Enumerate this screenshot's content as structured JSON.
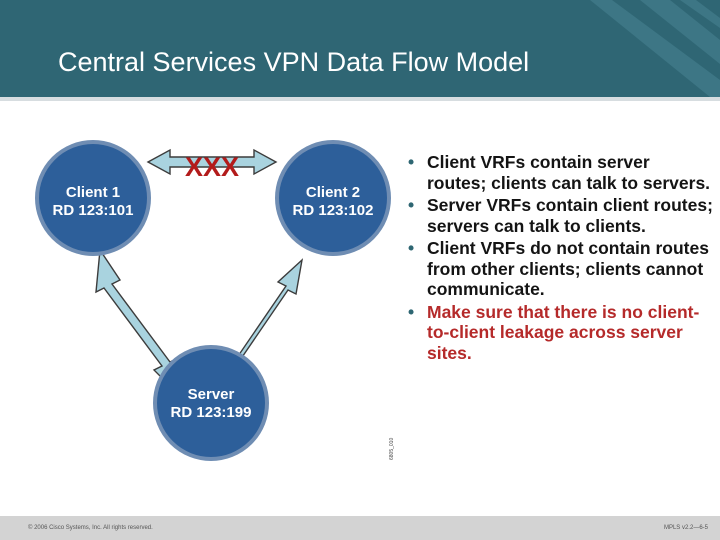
{
  "slide": {
    "title": "Central Services VPN Data Flow Model"
  },
  "diagram": {
    "nodes": [
      {
        "line1": "Client 1",
        "line2": "RD 123:101"
      },
      {
        "line1": "Client 2",
        "line2": "RD 123:102"
      },
      {
        "line1": "Server",
        "line2": "RD 123:199"
      }
    ],
    "blocked_label": "XXX",
    "side_code": "6805_010",
    "colors": {
      "node": "#2d5f9a",
      "node_ring": "#6f8db3",
      "arrow": "#a9d3df",
      "arrow_outline": "#3c3c3c",
      "blocked": "#b31b1b"
    }
  },
  "bullets": [
    {
      "text": "Client VRFs contain server routes; clients can talk to servers.",
      "emphasis": false
    },
    {
      "text": "Server VRFs contain client routes; servers can talk to clients.",
      "emphasis": false
    },
    {
      "text": "Client VRFs do not contain routes from other clients; clients cannot communicate.",
      "emphasis": false
    },
    {
      "text": "Make sure that there is no client-to-client leakage across server sites.",
      "emphasis": true
    }
  ],
  "footer": {
    "copyright": "© 2006 Cisco Systems, Inc. All rights reserved.",
    "page_ref": "MPLS v2.2—6-5"
  }
}
